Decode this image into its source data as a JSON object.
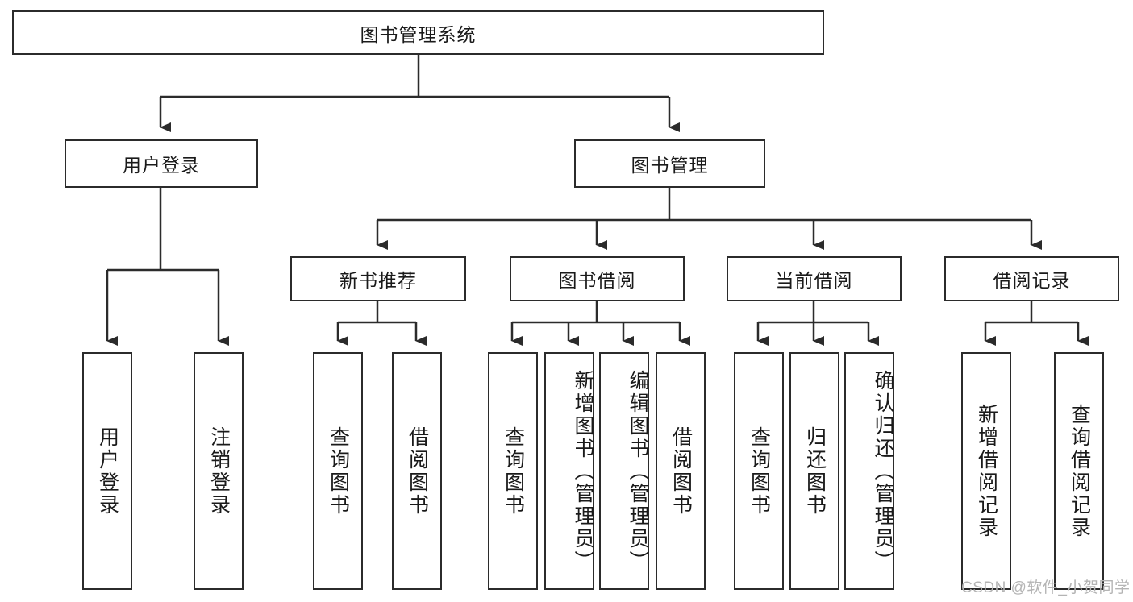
{
  "diagram": {
    "title": "图书管理系统",
    "type": "tree-hierarchy-chart",
    "watermark": "CSDN @软件_小贺同学",
    "colors": {
      "box_border": "#2b2b2b",
      "box_fill": "#ffffff",
      "edge": "#2b2b2b",
      "text": "#1a1a1a",
      "watermark": "#b4b4b4",
      "background": "#ffffff"
    },
    "root": {
      "label": "图书管理系统"
    },
    "level2": [
      {
        "label": "用户登录"
      },
      {
        "label": "图书管理"
      }
    ],
    "level3": [
      {
        "label": "新书推荐"
      },
      {
        "label": "图书借阅"
      },
      {
        "label": "当前借阅"
      },
      {
        "label": "借阅记录"
      }
    ],
    "leaves": {
      "user_login": [
        {
          "label": "用户登录"
        },
        {
          "label": "注销登录"
        }
      ],
      "new_book_recommend": [
        {
          "label": "查询图书"
        },
        {
          "label": "借阅图书"
        }
      ],
      "book_borrow": [
        {
          "label": "查询图书"
        },
        {
          "label": "新增图书（管理员）"
        },
        {
          "label": "编辑图书（管理员）"
        },
        {
          "label": "借阅图书"
        }
      ],
      "current_borrow": [
        {
          "label": "查询图书"
        },
        {
          "label": "归还图书"
        },
        {
          "label": "确认归还（管理员）"
        }
      ],
      "borrow_record": [
        {
          "label": "新增借阅记录"
        },
        {
          "label": "查询借阅记录"
        }
      ]
    }
  }
}
